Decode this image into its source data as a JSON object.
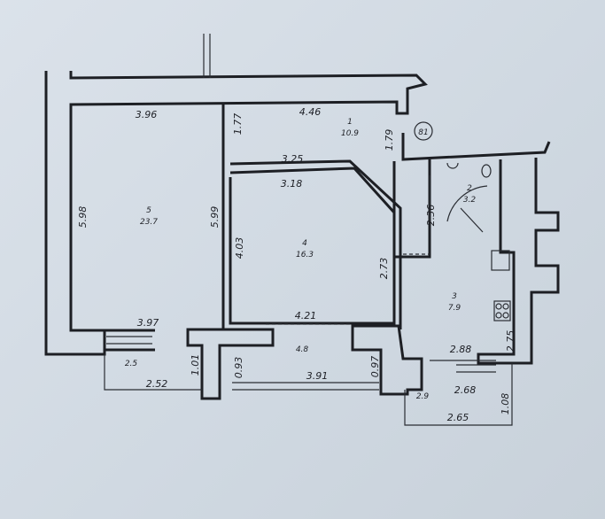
{
  "plan": {
    "rooms": [
      {
        "number": "1",
        "area": "10.9"
      },
      {
        "number": "2",
        "area": "3.2"
      },
      {
        "number": "3",
        "area": "7.9"
      },
      {
        "number": "4",
        "area": "16.3"
      },
      {
        "number": "5",
        "area": "23.7"
      }
    ],
    "balconies": {
      "left": "2.5",
      "middle": "4.8",
      "right": "2.9"
    },
    "apartment_marker": "81",
    "dimensions": {
      "d396": "3.96",
      "d446": "4.46",
      "d177": "1.77",
      "d179": "1.79",
      "d325": "3.25",
      "d318": "3.18",
      "d598": "5.98",
      "d599": "5.99",
      "d403": "4.03",
      "d273": "2.73",
      "d236": "2.36",
      "d397": "3.97",
      "d421": "4.21",
      "d275": "2.75",
      "d288": "2.88",
      "d252": "2.52",
      "d101": "1.01",
      "d093": "0.93",
      "d391": "3.91",
      "d097": "0.97",
      "d268": "2.68",
      "d265": "2.65",
      "d108": "1.08"
    }
  }
}
